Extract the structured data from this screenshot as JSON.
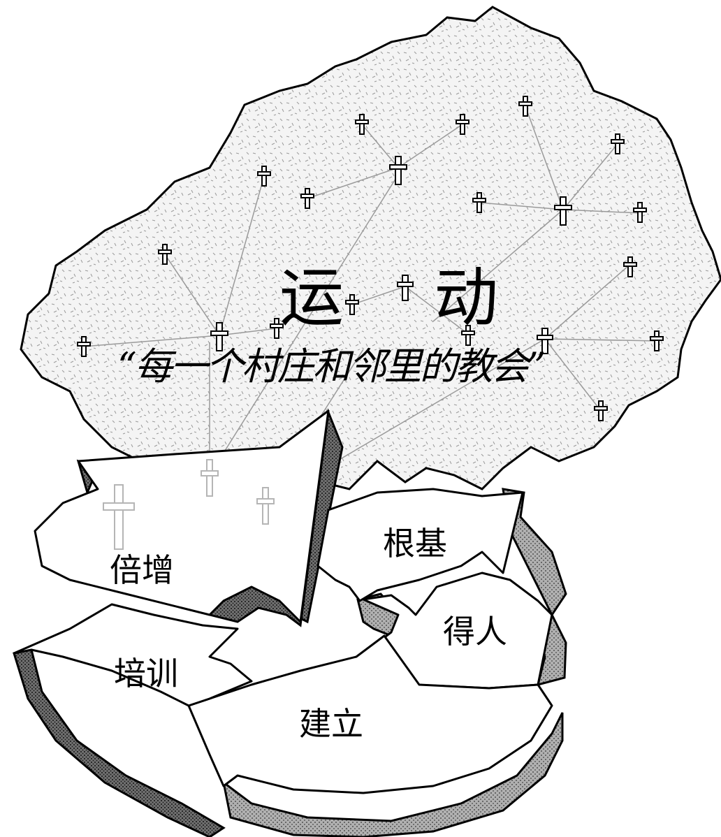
{
  "diagram": {
    "title": "运 动",
    "subtitle": "“每一个村庄和邻里的教会”",
    "cycle_steps": [
      {
        "id": "foundation",
        "label": "根基"
      },
      {
        "id": "winning",
        "label": "得人"
      },
      {
        "id": "building",
        "label": "建立"
      },
      {
        "id": "training",
        "label": "培训"
      },
      {
        "id": "multiply",
        "label": "倍增"
      }
    ],
    "colors": {
      "ink": "#000000",
      "map_fill": "#f2f2f2",
      "shadow_fill": "#8a8a8a",
      "arrow_fill": "#ffffff",
      "network_line": "#9a9a9a"
    }
  }
}
